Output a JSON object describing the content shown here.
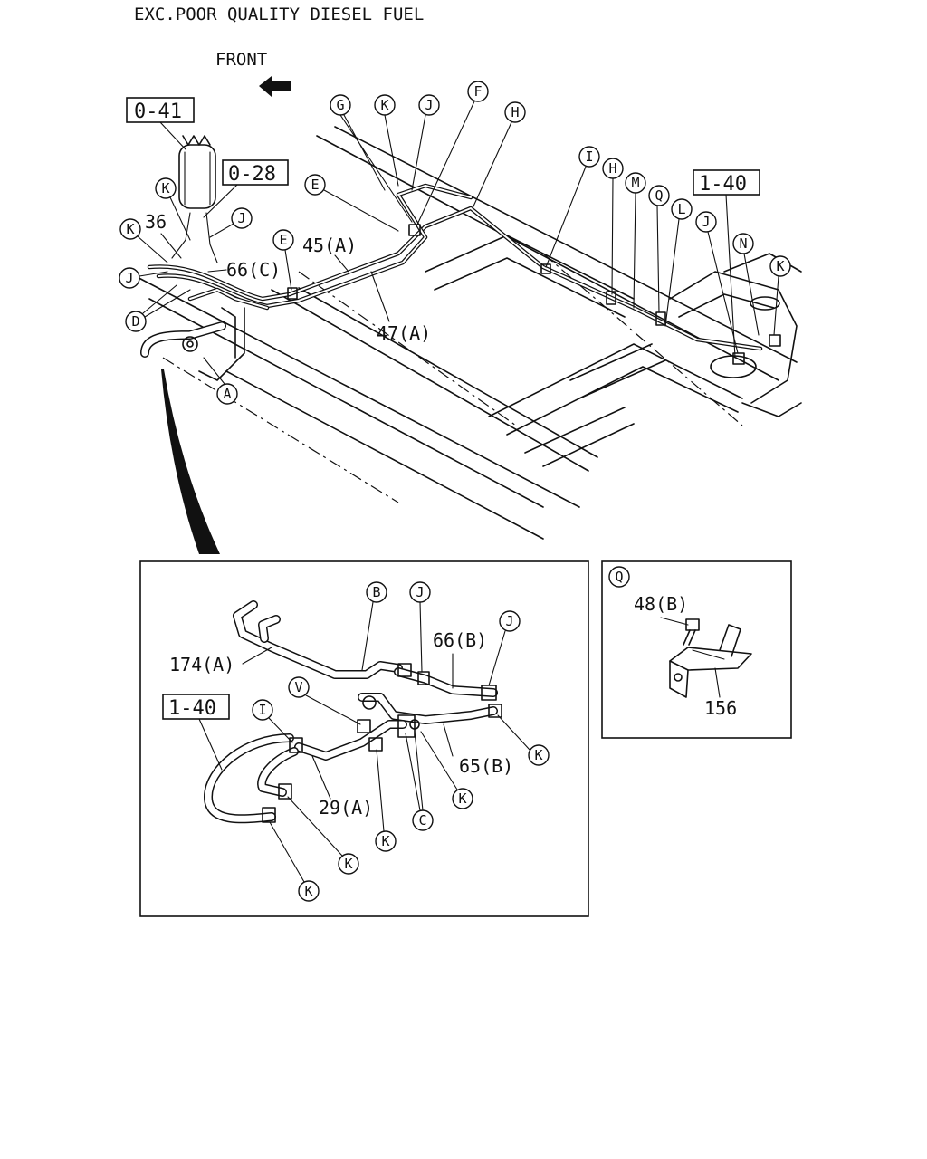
{
  "header": {
    "title": "EXC.POOR QUALITY DIESEL FUEL"
  },
  "direction_label": "FRONT",
  "refs": {
    "r041": "0-41",
    "r028": "0-28",
    "r140_top": "1-40",
    "r140_detail": "1-40"
  },
  "labels": {
    "p36": "36",
    "p66c": "66(C)",
    "p45a": "45(A)",
    "p47a": "47(A)",
    "p174a": "174(A)",
    "p66b": "66(B)",
    "p65b": "65(B)",
    "p29a": "29(A)",
    "p48b": "48(B)",
    "p156": "156"
  },
  "callouts": {
    "G": "G",
    "K": "K",
    "J": "J",
    "F": "F",
    "H": "H",
    "I": "I",
    "M": "M",
    "Q": "Q",
    "L": "L",
    "N": "N",
    "E": "E",
    "D": "D",
    "A": "A",
    "B": "B",
    "V": "V",
    "C": "C"
  },
  "detail_q": {
    "title": "Q"
  }
}
